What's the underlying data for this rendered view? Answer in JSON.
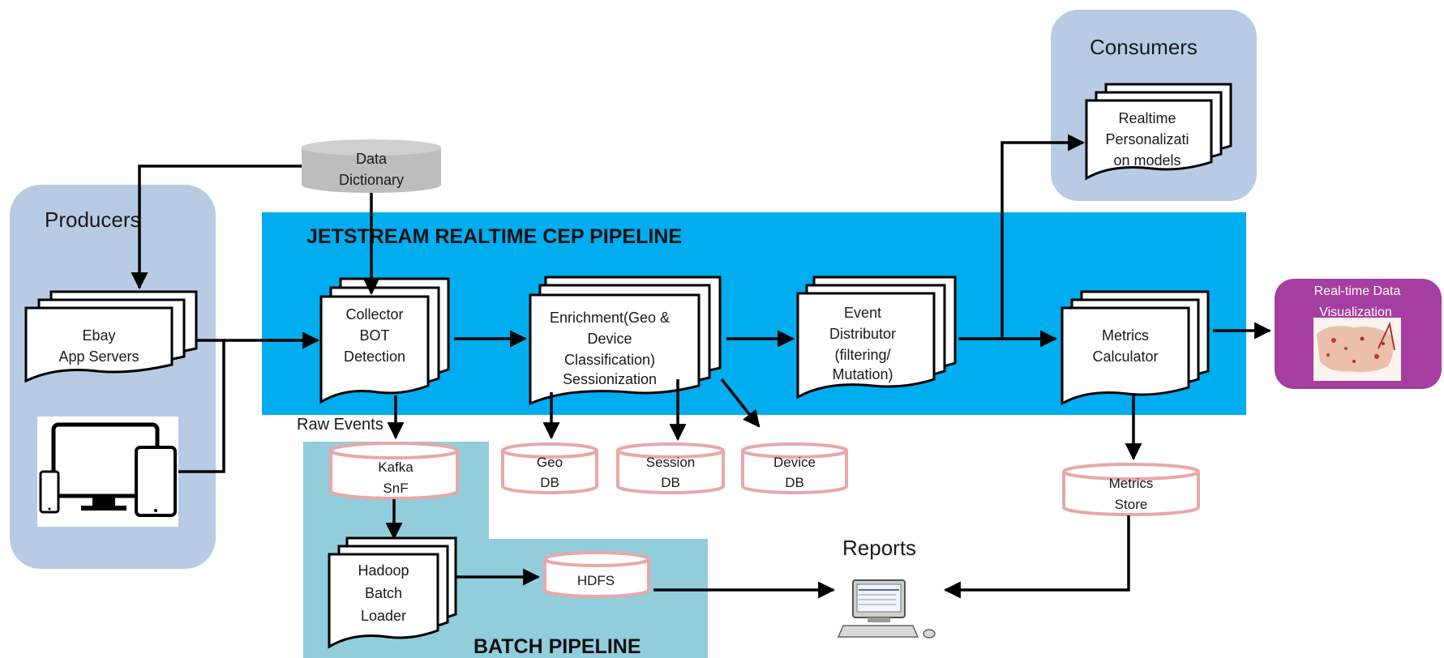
{
  "regions": {
    "producers": "Producers",
    "consumers": "Consumers",
    "realtime_pipeline": "JETSTREAM REALTIME CEP PIPELINE",
    "batch_pipeline": "BATCH PIPELINE",
    "reports": "Reports"
  },
  "nodes": {
    "data_dictionary": [
      "Data",
      "Dictionary"
    ],
    "ebay_app_servers": [
      "Ebay",
      "App Servers"
    ],
    "collector": [
      "Collector",
      "BOT",
      "Detection"
    ],
    "enrichment": [
      "Enrichment(Geo &",
      "Device",
      "Classification)",
      "Sessionization"
    ],
    "event_distributor": [
      "Event",
      "Distributor",
      "(filtering/",
      "Mutation)"
    ],
    "metrics_calculator": [
      "Metrics",
      "Calculator"
    ],
    "realtime_personalization": [
      "Realtime",
      "Personalizati",
      "on models"
    ],
    "realtime_viz": [
      "Real-time Data",
      "Visualization"
    ],
    "hadoop_loader": [
      "Hadoop",
      "Batch",
      "Loader"
    ]
  },
  "stores": {
    "kafka": [
      "Kafka",
      "SnF"
    ],
    "geo_db": [
      "Geo",
      "DB"
    ],
    "session_db": [
      "Session",
      "DB"
    ],
    "device_db": [
      "Device",
      "DB"
    ],
    "metrics_store": [
      "Metrics",
      "Store"
    ],
    "hdfs": [
      "HDFS"
    ]
  },
  "edge_labels": {
    "raw_events": "Raw Events"
  },
  "colors": {
    "producers_bg": "#b8cbe4",
    "consumers_bg": "#b8cbe4",
    "realtime_bg": "#00adef",
    "batch_bg": "#92cddc",
    "viz_bg": "#a63da0",
    "db_border": "#e8a8a8",
    "data_dictionary_bg": "#bdbdbd"
  }
}
